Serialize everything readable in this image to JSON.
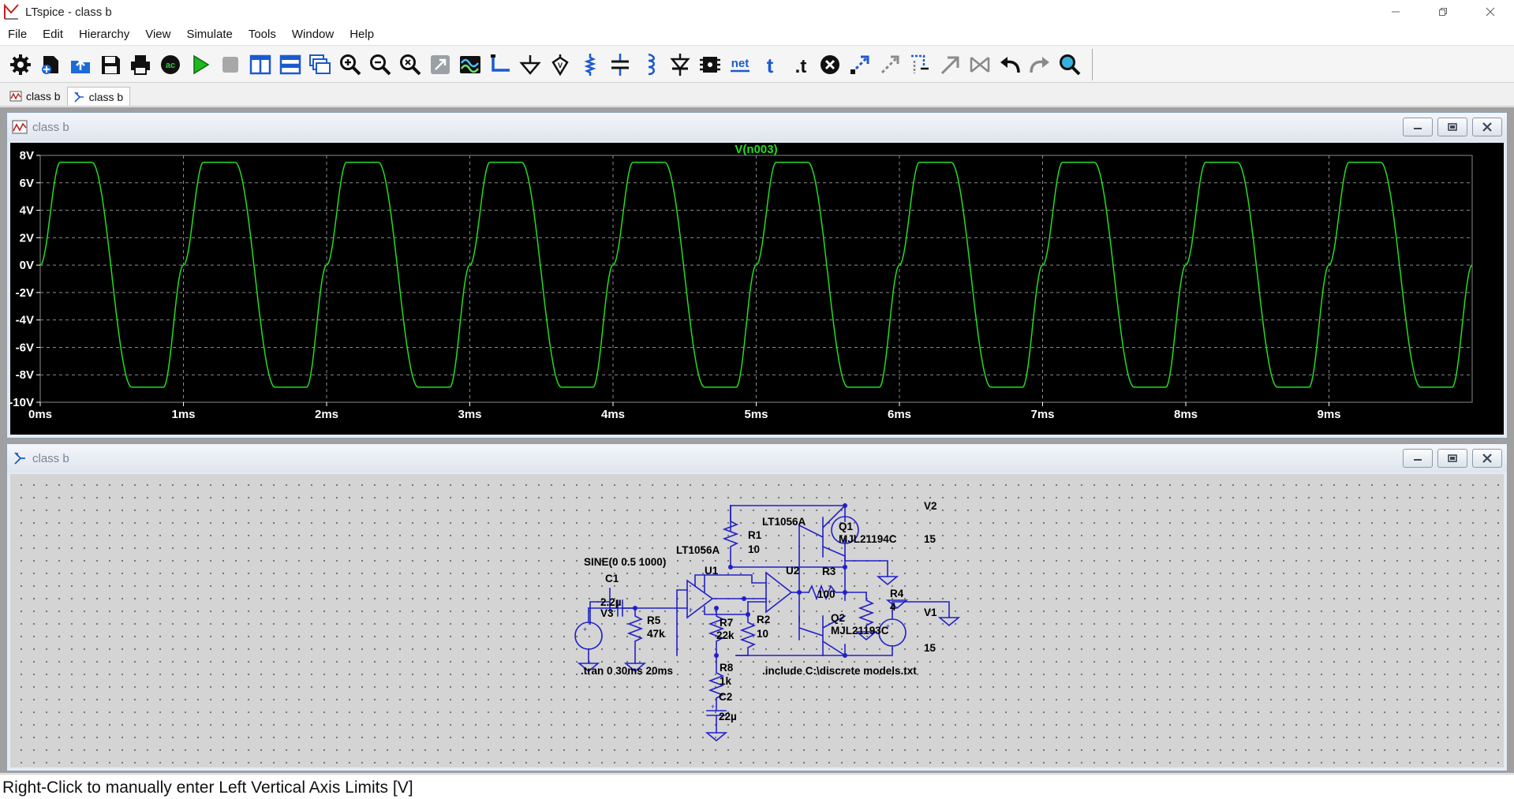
{
  "window": {
    "title": "LTspice - class b"
  },
  "menu": [
    "File",
    "Edit",
    "Hierarchy",
    "View",
    "Simulate",
    "Tools",
    "Window",
    "Help"
  ],
  "toolbar": {
    "icons": [
      "settings-icon",
      "new-schematic-icon",
      "open-icon",
      "save-icon",
      "print-icon",
      "ac-analysis-icon",
      "run-icon",
      "halt-icon",
      "tile-vertical-icon",
      "tile-horizontal-icon",
      "cascade-icon",
      "zoom-in-icon",
      "zoom-out-icon",
      "zoom-fit-icon",
      "zoom-area-icon",
      "waveform-icon",
      "wire-icon",
      "ground-icon",
      "label-net-icon",
      "resistor-icon",
      "capacitor-icon",
      "inductor-icon",
      "diode-icon",
      "component-icon",
      "net-label-icon",
      "text-icon",
      "spice-directive-icon",
      "delete-icon",
      "move-icon",
      "drag-icon",
      "mirror-icon",
      "rotate-icon",
      "bus-icon",
      "undo-icon",
      "redo-icon",
      "find-icon"
    ],
    "net_label": "net",
    "text_label": "t",
    "directive_label": ".t"
  },
  "tabs": [
    {
      "label": "class b",
      "icon": "waveform-tab-icon",
      "active": false
    },
    {
      "label": "class b",
      "icon": "schematic-tab-icon",
      "active": true
    }
  ],
  "plot_window": {
    "title": "class b"
  },
  "schematic_window": {
    "title": "class b"
  },
  "chart_data": {
    "type": "line",
    "title": "V(n003)",
    "series": [
      {
        "name": "V(n003)",
        "color": "#22dd22"
      }
    ],
    "waveform": {
      "frequency_hz": 1000,
      "max": 7.5,
      "min": -8.9,
      "rise_time_ms": 0.28
    },
    "xlim": [
      0,
      10
    ],
    "ylim": [
      -10,
      8
    ],
    "x_ticks": [
      "0ms",
      "1ms",
      "2ms",
      "3ms",
      "4ms",
      "5ms",
      "6ms",
      "7ms",
      "8ms",
      "9ms"
    ],
    "x_tick_values": [
      0,
      1,
      2,
      3,
      4,
      5,
      6,
      7,
      8,
      9
    ],
    "y_ticks": [
      "8V",
      "6V",
      "4V",
      "2V",
      "0V",
      "-2V",
      "-4V",
      "-6V",
      "-8V",
      "-10V"
    ],
    "y_tick_values": [
      8,
      6,
      4,
      2,
      0,
      -2,
      -4,
      -6,
      -8,
      -10
    ],
    "grid": true,
    "colors": {
      "background": "#000000",
      "grid": "#8a8a8a",
      "trace": "#22dd22",
      "labels": "#ffffff"
    }
  },
  "schematic": {
    "labels": {
      "v2": "V2",
      "v2_val": "15",
      "v1": "V1",
      "v1_val": "15",
      "q1": "Q1",
      "q1_model": "MJL21194C",
      "q2": "Q2",
      "q2_model": "MJL21193C",
      "u1_model": "LT1056A",
      "u1": "U1",
      "u2_model": "LT1056A",
      "u2": "U2",
      "r1": "R1",
      "r1_val": "10",
      "r2": "R2",
      "r2_val": "10",
      "r3": "R3",
      "r3_val": "100",
      "r4": "R4",
      "r4_val": "4",
      "r5": "R5",
      "r5_val": "47k",
      "r7": "R7",
      "r7_val": "22k",
      "r8": "R8",
      "r8_val": "1k",
      "c1": "C1",
      "c1_val": "2.2µ",
      "c2": "C2",
      "c2_val": "22µ",
      "v3": "V3",
      "v3_val": "SINE(0 0.5 1000)",
      "tran": ".tran 0 30ms 20ms",
      "include": ".include C:\\discrete models.txt"
    },
    "colors": {
      "wire": "#2020c8",
      "text": "#000000",
      "background": "#d4d4d4",
      "dot": "#6d6d6d"
    }
  },
  "status": {
    "text": "Right-Click to manually enter Left Vertical Axis Limits [V]"
  }
}
